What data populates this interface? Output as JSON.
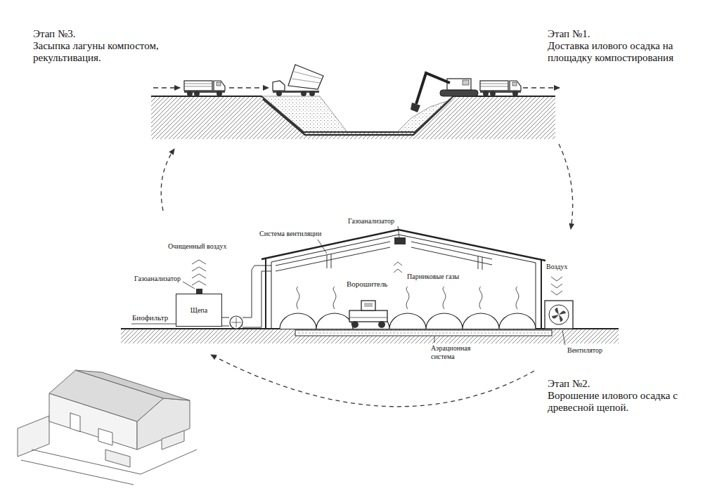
{
  "diagram": {
    "nodes": [
      {
        "text": [
          "Щепа"
        ]
      }
    ],
    "labels": [
      "Этап №3.",
      "Засыпка лагуны компостом, рекультивация.",
      "Этап №1.",
      "Доставка илового осадка на площадку компостирования",
      "Газоанализатор",
      "Система вентиляции",
      "Очищенный воздух",
      "Газоанализатор",
      "Ворошитель",
      "Парниковые газы",
      "Воздух",
      "Биофильтр",
      "Аэрационная система",
      "Вентилятор",
      "Этап №2.",
      "Ворошение илового осадка с древесной щепой."
    ]
  }
}
